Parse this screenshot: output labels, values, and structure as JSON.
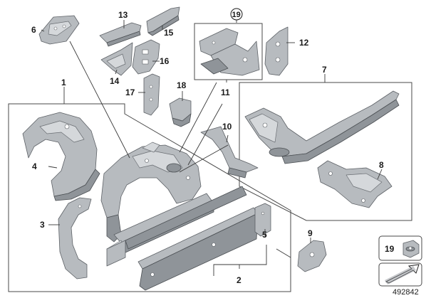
{
  "callouts": {
    "p1": "1",
    "p2": "2",
    "p3": "3",
    "p4": "4",
    "p5": "5",
    "p6": "6",
    "p7": "7",
    "p8": "8",
    "p9": "9",
    "p10": "10",
    "p11": "11",
    "p12": "12",
    "p13": "13",
    "p14": "14",
    "p15": "15",
    "p16": "16",
    "p17": "17",
    "p18": "18",
    "p19": "19"
  },
  "legend": {
    "item_number": "19"
  },
  "image_ref": "492842",
  "colors": {
    "part_fill": "#b7bbbf",
    "part_dark": "#8f9499",
    "outline": "#5d6166",
    "frame": "#4a4a4a"
  }
}
